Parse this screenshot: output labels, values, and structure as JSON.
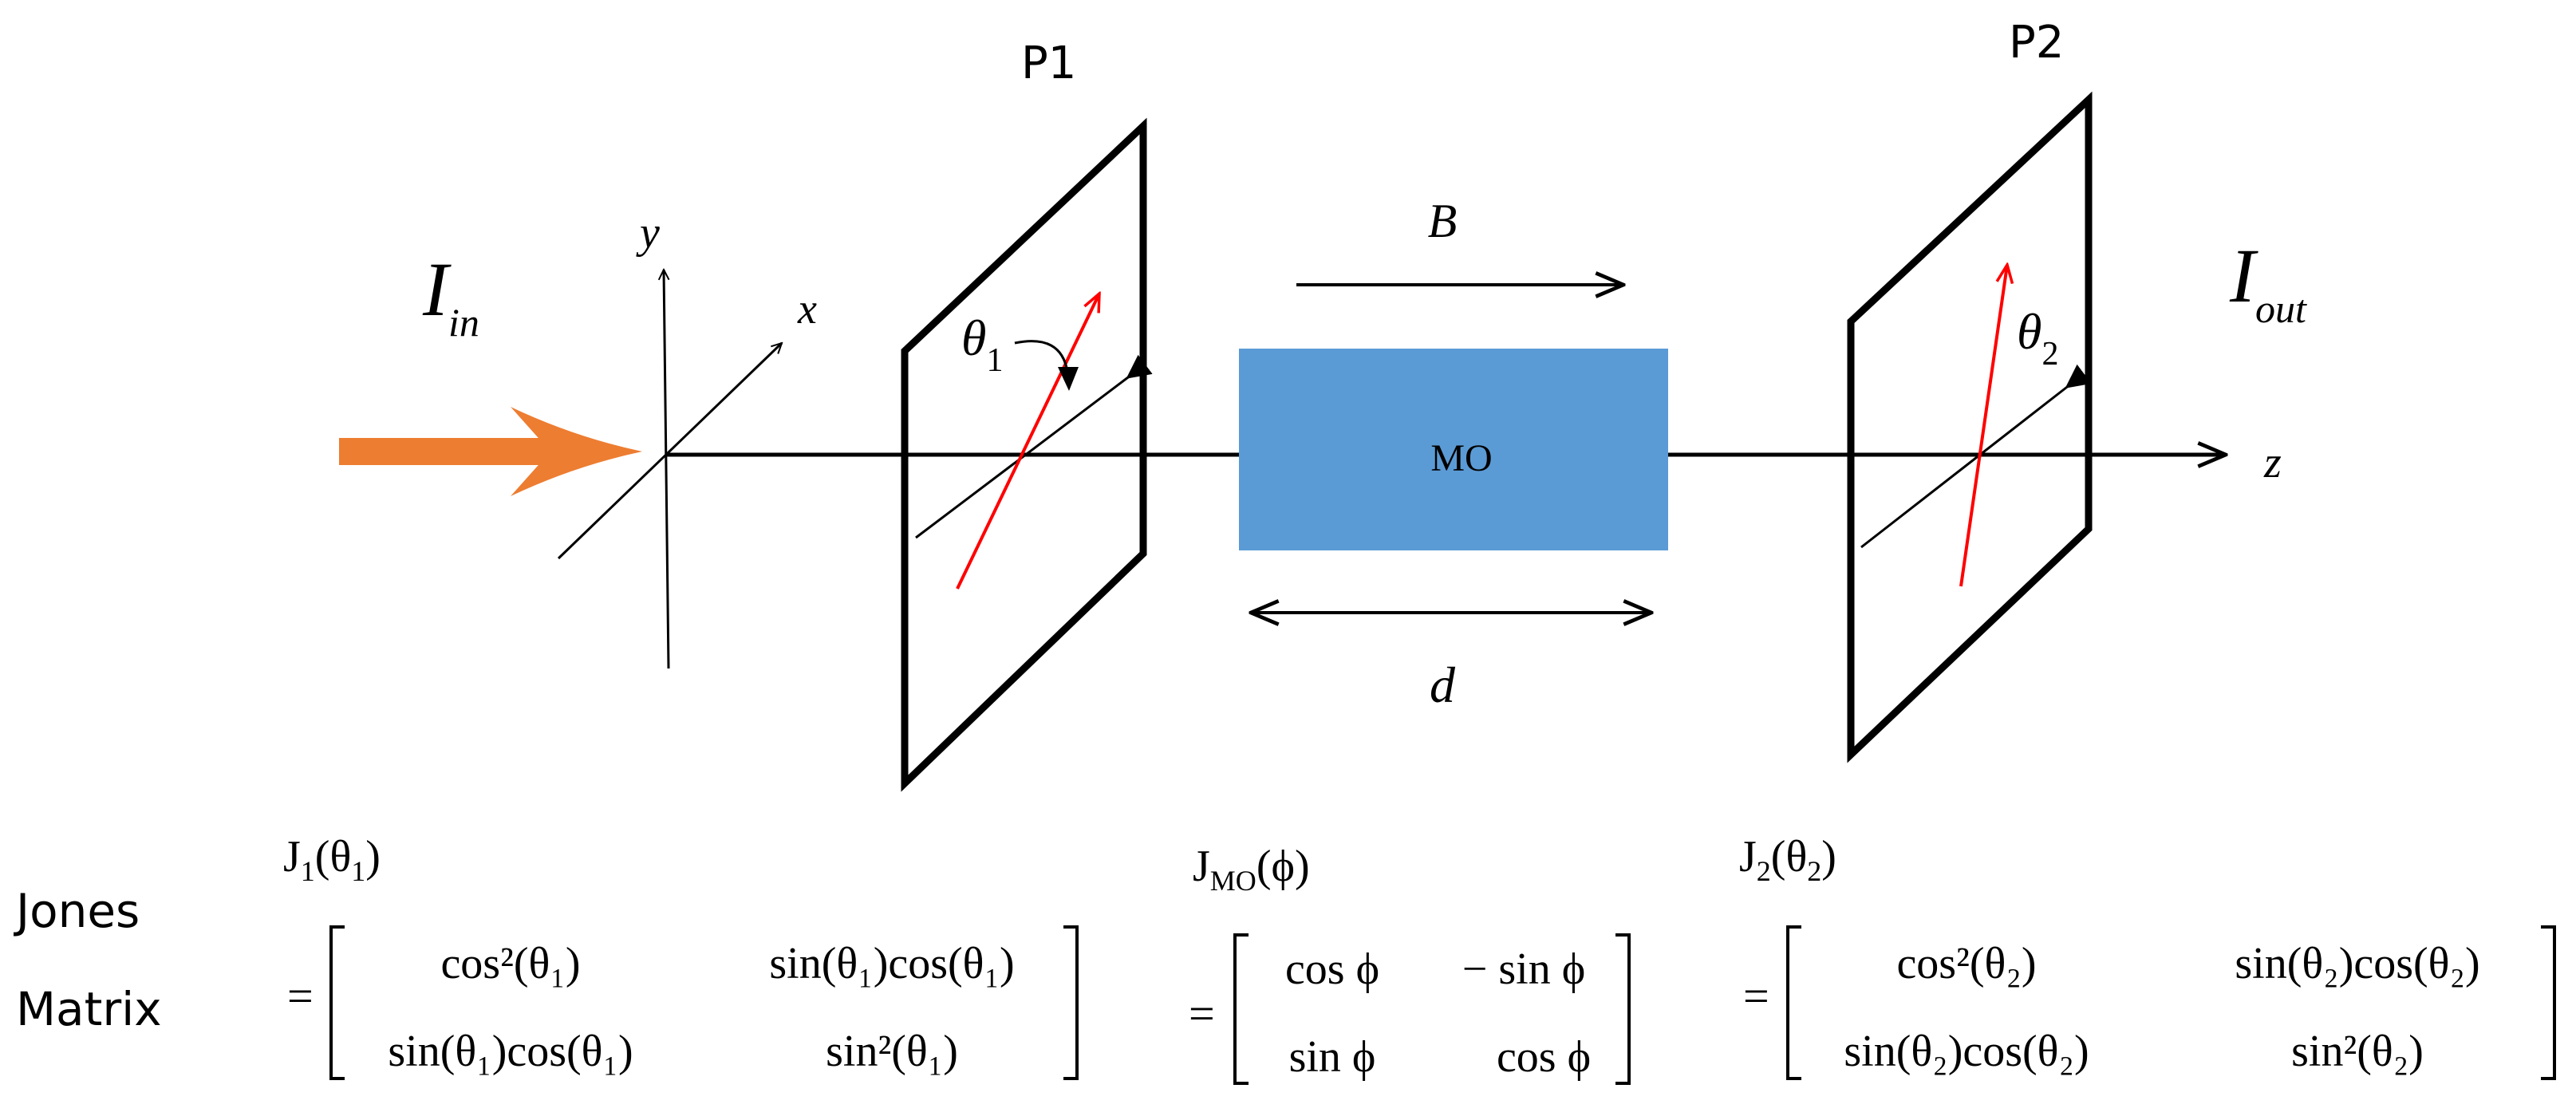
{
  "labels": {
    "p1": "P1",
    "p2": "P2",
    "b_field": "B",
    "length": "d",
    "mo": "MO",
    "z_axis": "z",
    "x_axis": "x",
    "y_axis": "y",
    "theta1_symbol": "θ",
    "theta1_sub": "1",
    "theta2_symbol": "θ",
    "theta2_sub": "2",
    "i_in_symbol": "I",
    "i_in_sub": "in",
    "i_out_symbol": "I",
    "i_out_sub": "out"
  },
  "jones": {
    "title_line1": "Jones",
    "title_line2": "Matrix",
    "j1": {
      "label_main": "J",
      "label_sub": "1",
      "label_arg": "(θ",
      "label_arg_sub": "1",
      "label_close": ")",
      "r1c1": "cos²(θ₁)",
      "r1c2": "sin(θ₁)cos(θ₁)",
      "r2c1": "sin(θ₁)cos(θ₁)",
      "r2c2": "sin²(θ₁)"
    },
    "jmo": {
      "label_main": "J",
      "label_sub": "MO",
      "label_arg": "(ϕ)",
      "r1c1": "cos ϕ",
      "r1c2": "− sin ϕ",
      "r2c1": "sin ϕ",
      "r2c2": "cos ϕ"
    },
    "j2": {
      "label_main": "J",
      "label_sub": "2",
      "label_arg": "(θ",
      "label_arg_sub": "2",
      "label_close": ")",
      "r1c1": "cos²(θ₂)",
      "r1c2": "sin(θ₂)cos(θ₂)",
      "r2c1": "sin(θ₂)cos(θ₂)",
      "r2c2": "sin²(θ₂)"
    },
    "equals": "="
  },
  "colors": {
    "input_beam": "#ED7D31",
    "mo_block": "#5B9BD5",
    "polarization": "#FF0000",
    "lines": "#000000"
  }
}
